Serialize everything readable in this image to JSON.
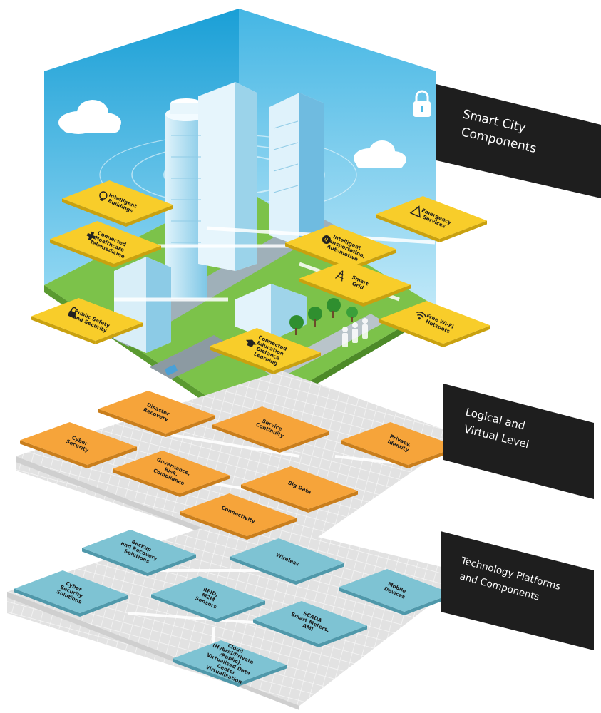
{
  "levels": [
    {
      "title_lines": [
        "Smart City",
        "Components"
      ],
      "colors": {
        "tile": "#f8cd2a",
        "tile_side": "#c9a10f"
      },
      "tiles": [
        {
          "lines": [
            "Intelligent",
            "Buildings"
          ],
          "icon": "lightbulb-icon"
        },
        {
          "lines": [
            "Connected",
            "Healthcare",
            "Telemedicine"
          ],
          "icon": "medical-cross-icon"
        },
        {
          "lines": [
            "Intelligent",
            "Transportation,",
            "Automotive"
          ],
          "icon": "steering-wheel-icon"
        },
        {
          "lines": [
            "Emergency",
            "Services"
          ],
          "icon": "warning-triangle-icon"
        },
        {
          "lines": [
            "Smart",
            "Grid"
          ],
          "icon": "power-tower-icon"
        },
        {
          "lines": [
            "Public Safety",
            "and Security"
          ],
          "icon": "padlock-icon"
        },
        {
          "lines": [
            "Free Wi-Fi",
            "Hotspots"
          ],
          "icon": "wifi-icon"
        },
        {
          "lines": [
            "Connected",
            "Education",
            "Distance",
            "Learning"
          ],
          "icon": "graduation-cap-icon"
        }
      ]
    },
    {
      "title_lines": [
        "Logical and",
        "Virtual Level"
      ],
      "colors": {
        "tile": "#f6a43a",
        "tile_side": "#c97e1c"
      },
      "tiles": [
        {
          "lines": [
            "Disaster",
            "Recovery"
          ]
        },
        {
          "lines": [
            "Cyber",
            "Security"
          ]
        },
        {
          "lines": [
            "Service",
            "Continuity"
          ]
        },
        {
          "lines": [
            "Privacy,",
            "Identity"
          ]
        },
        {
          "lines": [
            "Governance,",
            "Risk,",
            "Compliance"
          ]
        },
        {
          "lines": [
            "Big Data"
          ]
        },
        {
          "lines": [
            "Connectivity"
          ]
        }
      ]
    },
    {
      "title_lines": [
        "Technology Platforms",
        "and Components"
      ],
      "colors": {
        "tile": "#7ec3d3",
        "tile_side": "#4f98aa"
      },
      "tiles": [
        {
          "lines": [
            "Backup",
            "and Recovery",
            "Solutions"
          ]
        },
        {
          "lines": [
            "Wireless"
          ]
        },
        {
          "lines": [
            "Cyber",
            "Security",
            "Solutions"
          ]
        },
        {
          "lines": [
            "RFID,",
            "M2M",
            "Sensors"
          ]
        },
        {
          "lines": [
            "Mobile",
            "Devices"
          ]
        },
        {
          "lines": [
            "SCADA",
            "Smart Meters,",
            "AMI"
          ]
        },
        {
          "lines": [
            "Cloud",
            "(Hybrid/Private",
            "/Public),",
            "Virtualised Data",
            "Center",
            "Virtualisation"
          ]
        }
      ]
    }
  ],
  "colors": {
    "sky": "#3fb3e2",
    "sky_light": "#8dd4f0",
    "grass": "#7cc24a",
    "grid_plate": "#e4e4e4",
    "grid_line": "#ffffff",
    "banner": "#1e1e1e"
  }
}
